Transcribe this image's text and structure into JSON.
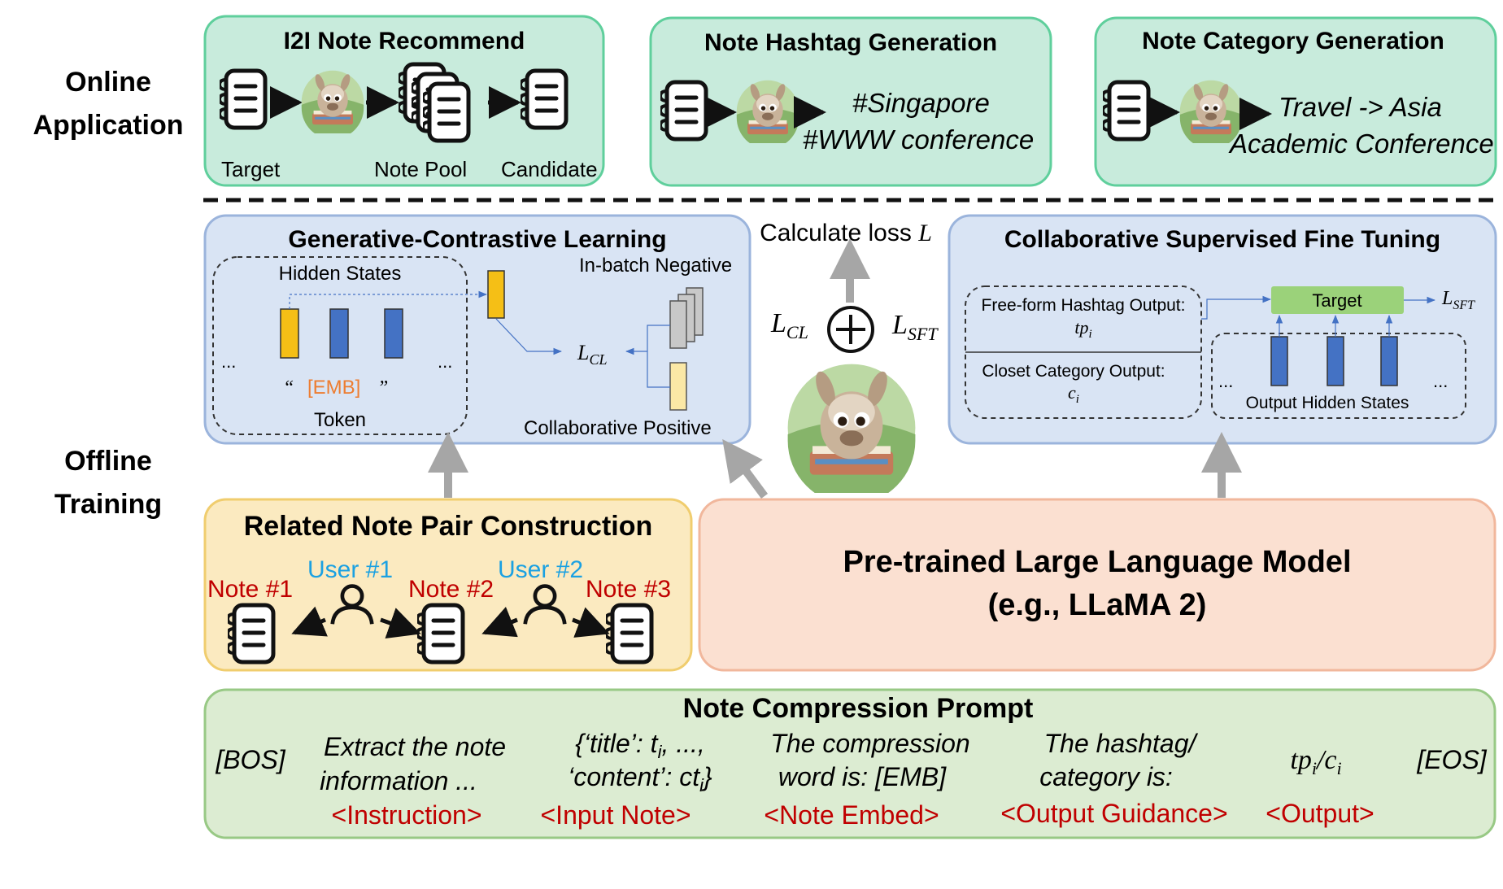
{
  "colors": {
    "online_fill": "#c8ebdc",
    "online_stroke": "#5fcf9c",
    "blue_fill": "#d9e4f4",
    "blue_stroke": "#9bb4dc",
    "yellow_fill": "#fbeac0",
    "yellow_stroke": "#f0cd6e",
    "peach_fill": "#fbe0d1",
    "peach_stroke": "#f1b79c",
    "green_fill": "#dcecd2",
    "green_stroke": "#98c985",
    "bar_orange": "#f5bf16",
    "bar_blue": "#4472c4",
    "bar_grey": "#c8c8c8",
    "bar_lightyellow": "#fbe8a6",
    "target_fill": "#9bd27a",
    "red_label": "#c00000",
    "cyan_label": "#1ba1e2",
    "emb_orange": "#ed7d31"
  },
  "labels": {
    "online": [
      "Online",
      "Application"
    ],
    "offline": [
      "Offline",
      "Training"
    ]
  },
  "i2i": {
    "title": "I2I Note Recommend",
    "target": "Target",
    "note_pool": "Note Pool",
    "candidate": "Candidate"
  },
  "hashtag": {
    "title": "Note Hashtag Generation",
    "out1": "#Singapore",
    "out2": "#WWW conference"
  },
  "category": {
    "title": "Note Category Generation",
    "out1": "Travel -> Asia",
    "out2": "Academic Conference"
  },
  "gcl": {
    "title": "Generative-Contrastive Learning",
    "hidden_states": "Hidden States",
    "dots_left": "...",
    "dots_right": "...",
    "open_quote": "“",
    "emb": "[EMB]",
    "close_quote": "”",
    "token": "Token",
    "inbatch": "In-batch Negative",
    "lcl_main": "L",
    "lcl_sub": "CL",
    "collab_pos": "Collaborative Positive"
  },
  "center": {
    "calc_loss": "Calculate loss ",
    "calc_loss_var": "L",
    "lcl_main": "L",
    "lcl_sub": "CL",
    "plus": "+",
    "lsft_main": "L",
    "lsft_sub": "SFT"
  },
  "csft": {
    "title": "Collaborative Supervised Fine Tuning",
    "free_form": "Free-form Hashtag Output:",
    "tp_main": "tp",
    "tp_sub": "i",
    "closet": "Closet Category Output:",
    "c_main": "c",
    "c_sub": "i",
    "target": "Target",
    "lsft_main": "L",
    "lsft_sub": "SFT",
    "dots_left": "...",
    "dots_right": "...",
    "output_hidden": "Output Hidden States"
  },
  "rnp": {
    "title": "Related Note Pair Construction",
    "user1": "User #1",
    "user2": "User #2",
    "note1": "Note #1",
    "note2": "Note #2",
    "note3": "Note #3"
  },
  "llm": {
    "line1": "Pre-trained Large Language Model",
    "line2": "(e.g., LLaMA 2)"
  },
  "ncp": {
    "title": "Note Compression Prompt",
    "bos": "[BOS]",
    "eos": "[EOS]",
    "instr1": "Extract the note",
    "instr2": "information ...",
    "instr_tag": "<Instruction>",
    "input1_a": "{‘title’: t",
    "input1_sub": "i",
    "input1_b": ", ...,",
    "input2_a": "‘content’: ct",
    "input2_sub": "i",
    "input2_b": "}",
    "input_tag": "<Input Note>",
    "embed1": "The compression",
    "embed2": "word is: [EMB]",
    "embed_tag": "<Note Embed>",
    "guide1": "The hashtag/",
    "guide2": "category is:",
    "guide_tag": "<Output Guidance>",
    "out_a": "tp",
    "out_sub1": "i",
    "out_mid": "/c",
    "out_sub2": "i",
    "out_tag": "<Output>"
  }
}
